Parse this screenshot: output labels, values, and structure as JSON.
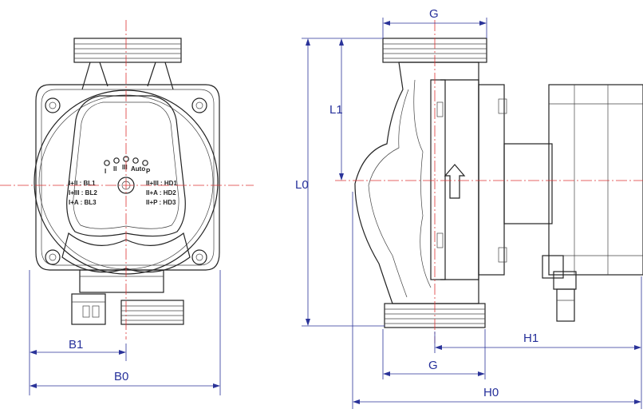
{
  "front_view": {
    "speed_marks": [
      "I",
      "II",
      "III",
      "Auto",
      "P"
    ],
    "settings_left": [
      "I+II : BL1",
      "I+III : BL2",
      "I+A : BL3"
    ],
    "settings_right": [
      "II+III : HD1",
      "II+A : HD2",
      "II+P : HD3"
    ]
  },
  "dimensions": {
    "B0": "B0",
    "B1": "B1",
    "G_top": "G",
    "G_bottom": "G",
    "L0": "L0",
    "L1": "L1",
    "H0": "H0",
    "H1": "H1"
  },
  "colors": {
    "outline": "#222222",
    "centerline": "#dd3333",
    "dimension": "#2a3399"
  }
}
